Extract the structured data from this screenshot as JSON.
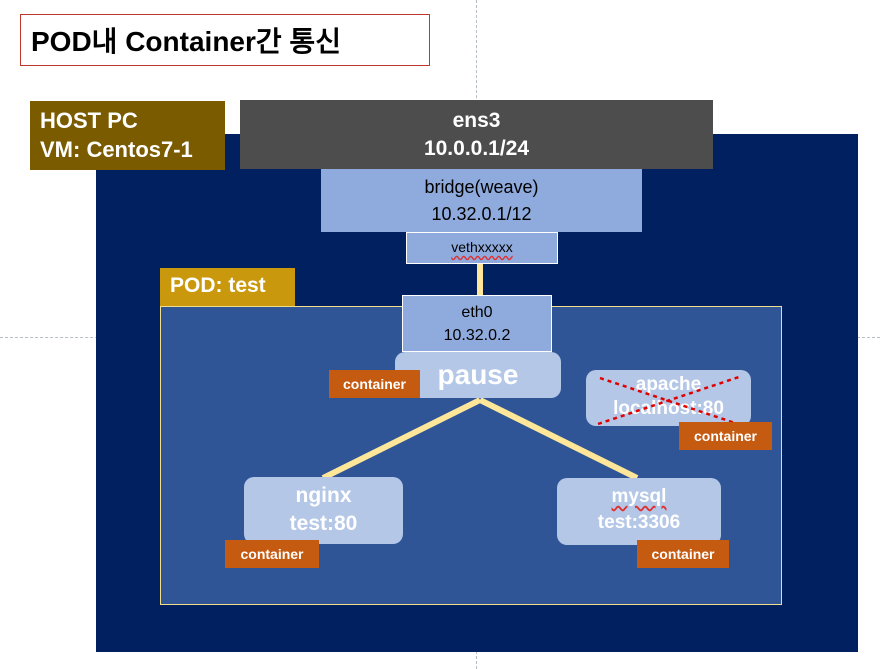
{
  "title": "POD내 Container간 통신",
  "host": {
    "line1": "HOST PC",
    "line2": "VM: Centos7-1"
  },
  "ens3": {
    "name": "ens3",
    "ip": "10.0.0.1/24"
  },
  "bridge": {
    "name": "bridge(weave)",
    "ip": "10.32.0.1/12"
  },
  "veth": {
    "name": "vethxxxxx"
  },
  "pod": {
    "label": "POD: test"
  },
  "eth0": {
    "name": "eth0",
    "ip": "10.32.0.2"
  },
  "containers": {
    "pause": {
      "name": "pause",
      "tag": "container"
    },
    "apache": {
      "name": "apache",
      "addr": "localhost:80",
      "tag": "container",
      "status": "crossed-out"
    },
    "nginx": {
      "name": "nginx",
      "addr": "test:80",
      "tag": "container"
    },
    "mysql": {
      "name": "mysql",
      "addr": "test:3306",
      "tag": "container"
    }
  },
  "colors": {
    "host_bg": "#00205f",
    "host_label": "#7a5b00",
    "ens3": "#4d4d4d",
    "bridge": "#8faadc",
    "pod_bg": "#2f5597",
    "pod_label": "#c9980c",
    "container": "#b4c7e7",
    "tag": "#c55a11",
    "link": "#ffe699",
    "cross": "#e00000"
  }
}
